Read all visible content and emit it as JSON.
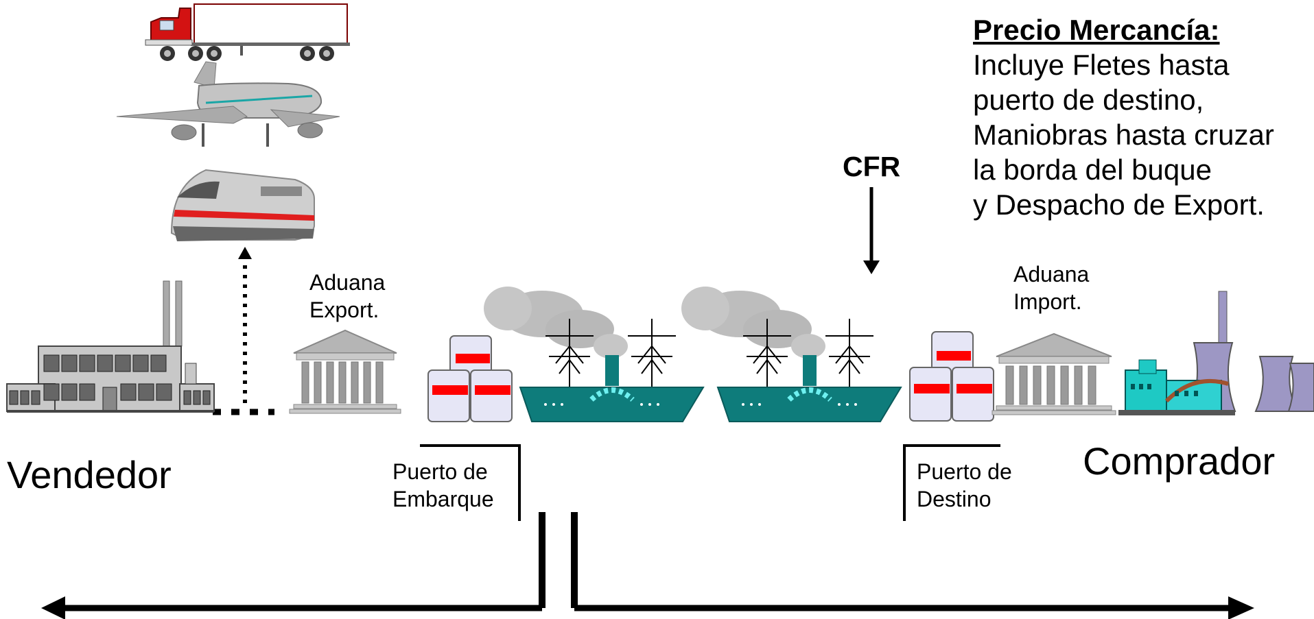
{
  "price": {
    "title": "Precio Mercancía:",
    "lines": [
      "Incluye Fletes hasta",
      "puerto de destino,",
      "Maniobras hasta cruzar",
      "la borda del buque",
      "y Despacho de Export."
    ]
  },
  "incoterm": "CFR",
  "labels": {
    "seller": "Vendedor",
    "buyer": "Comprador",
    "export_customs": [
      "Aduana",
      "Export."
    ],
    "import_customs": [
      "Aduana",
      "Import."
    ],
    "origin_port": [
      "Puerto de",
      "Embarque"
    ],
    "destination_port": [
      "Puerto de",
      "Destino"
    ]
  },
  "icons": [
    "truck-icon",
    "airplane-icon",
    "train-icon",
    "factory-icon",
    "customs-building-icon",
    "container-stack-icon",
    "steamship-icon",
    "power-plant-icon"
  ],
  "colors": {
    "ship_hull": "#0E7C7B",
    "container_stripe": "#FF0000",
    "truck_cab": "#D31212",
    "building_gray": "#9A9A9A"
  }
}
